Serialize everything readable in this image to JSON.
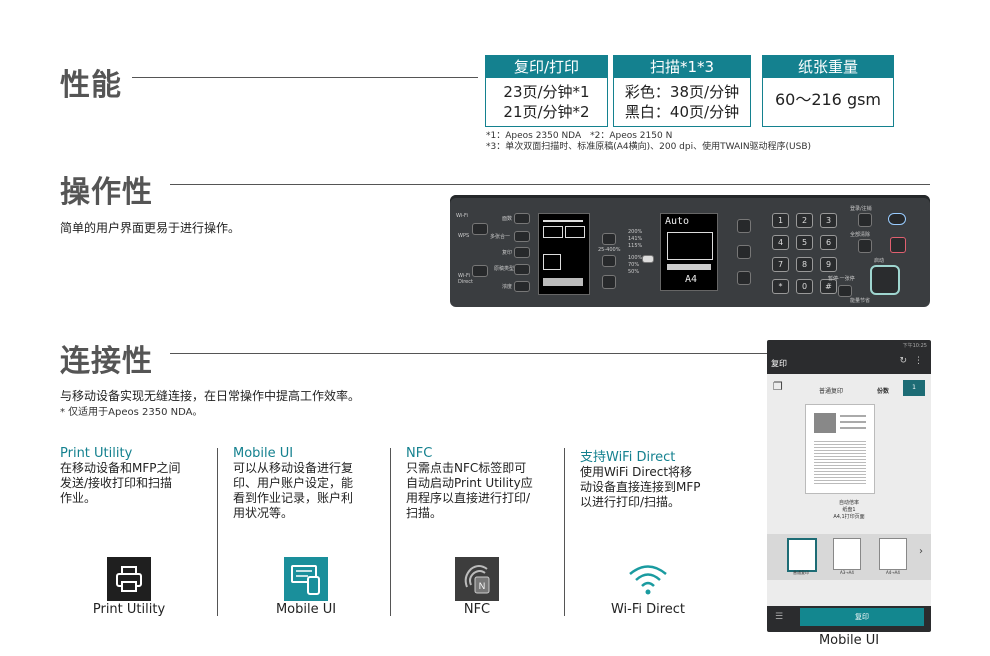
{
  "sections": {
    "performance": {
      "title": "性能"
    },
    "operability": {
      "title": "操作性",
      "desc": "简单的用户界面更易于进行操作。"
    },
    "connectivity": {
      "title": "连接性",
      "desc": "与移动设备实现无缝连接，在日常操作中提高工作效率。",
      "note": "* 仅适用于Apeos 2350 NDA。"
    }
  },
  "specs": [
    {
      "head": "复印/打印",
      "lines": [
        "23页/分钟*1",
        "21页/分钟*2"
      ]
    },
    {
      "head": "扫描*1*3",
      "lines": [
        "彩色：38页/分钟",
        "黑白：40页/分钟"
      ]
    },
    {
      "head": "纸张重量",
      "lines": [
        "60～216 gsm"
      ]
    }
  ],
  "spec_notes": [
    "*1：Apeos 2350 NDA　*2：Apeos 2150 N",
    "*3：单次双面扫描时、标准原稿(A4横向)、200 dpi、使用TWAIN驱动程序(USB)"
  ],
  "features": [
    {
      "title": "Print Utility",
      "desc": [
        "在移动设备和MFP之间",
        "发送/接收打印和扫描",
        "作业。"
      ],
      "caption": "Print Utility",
      "icon": "printer-icon"
    },
    {
      "title": "Mobile UI",
      "desc": [
        "可以从移动设备进行复",
        "印、用户账户设定，能",
        "看到作业记录，账户利",
        "用状况等。"
      ],
      "caption": "Mobile UI",
      "icon": "mobile-ui-icon"
    },
    {
      "title": "NFC",
      "desc": [
        "只需点击NFC标签即可",
        "自动启动Print Utility应",
        "用程序以直接进行打印/",
        "扫描。"
      ],
      "caption": "NFC",
      "icon": "nfc-icon"
    },
    {
      "title": "支持WiFi Direct",
      "desc": [
        "使用WiFi Direct将移",
        "动设备直接连接到MFP",
        "以进行打印/扫描。"
      ],
      "caption": "Wi-Fi Direct",
      "icon": "wifi-icon"
    }
  ],
  "panel": {
    "side_labels": [
      "Wi-Fi",
      "WPS",
      "Wi-Fi Direct"
    ],
    "menu_buttons": [
      "面数",
      "多张合一",
      "复印",
      "原稿类型",
      "浓度"
    ],
    "zoom_labels": [
      "200%",
      "141%",
      "115%",
      "100%",
      "70%",
      "50%",
      "25-400%"
    ],
    "display_top": "Auto",
    "display_bottom": "A4",
    "keypad": [
      "1",
      "2",
      "3",
      "4",
      "5",
      "6",
      "7",
      "8",
      "9",
      "*",
      "0",
      "#"
    ],
    "right_labels": [
      "登录/注销",
      "全部清除",
      "启动",
      "暂停·一张停",
      "能量节省"
    ]
  },
  "phone": {
    "status": "下午10:25",
    "app_title": "复印",
    "mode_label": "普通复印",
    "copies_label": "份数",
    "copies_value": "1",
    "preview_caption": [
      "自动倍率",
      "纸盘1",
      "A4,1打印页面"
    ],
    "thumb_labels": [
      "普通复印",
      "A3→A4",
      "A4→A4"
    ],
    "copy_button": "复印",
    "caption": "Mobile UI"
  },
  "colors": {
    "accent": "#14818f",
    "title_gray": "#555555"
  }
}
